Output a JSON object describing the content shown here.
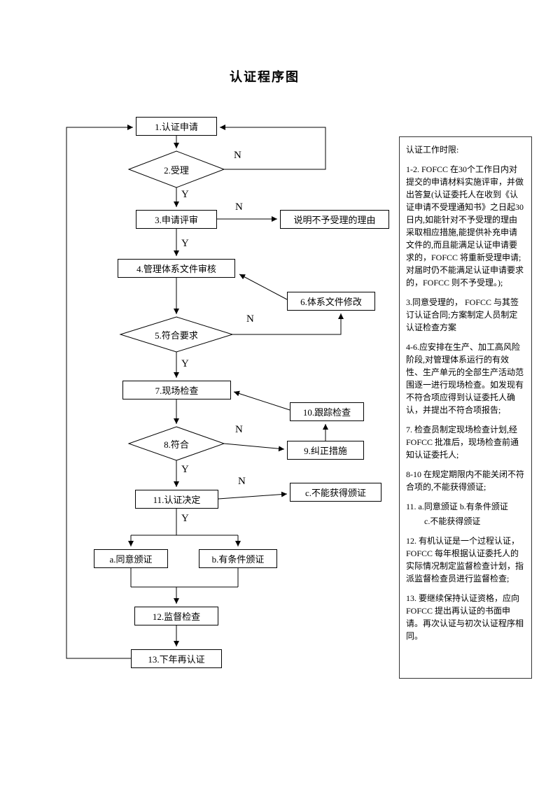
{
  "page": {
    "title": "认证程序图"
  },
  "flow": {
    "nodes": {
      "apply": "1.认证申请",
      "accept": "2.受理",
      "review": "3.申请评审",
      "reject_reason": "说明不予受理的理由",
      "system_audit": "4.管理体系文件审核",
      "meet_requirements": "5.符合要求",
      "doc_revision": "6.体系文件修改",
      "site_inspection": "7.现场检查",
      "conform": "8.符合",
      "corrective_action": "9.纠正措施",
      "follow_up": "10.跟踪检查",
      "decision": "11.认证决定",
      "agree_cert": "a.同意颁证",
      "conditional_cert": "b.有条件颁证",
      "no_cert": "c.不能获得颁证",
      "supervision": "12.监督检查",
      "recertification": "13.下年再认证"
    },
    "edge_labels": {
      "yes": "Y",
      "no": "N"
    }
  },
  "notes": {
    "paragraphs": [
      "认证工作时限:",
      "1-2. FOFCC 在30个工作日内对提交的申请材料实施评审，并做出答复(认证委托人在收到《认证申请不受理通知书》之日起30日内,如能针对不予受理的理由采取相应措施,能提供补充申请文件的,而且能满足认证申请要求的，FOFCC 将重新受理申请;对届时仍不能满足认证申请要求的，FOFCC 则不予受理。);",
      "3.同意受理的， FOFCC 与其签订认证合同;方案制定人员制定认证检查方案",
      "4-6.应安排在生产、加工高风险阶段,对管理体系运行的有效性、生产单元的全部生产活动范围逐一进行现场检查。如发现有不符合项应得到认证委托人确认，并提出不符合项报告;",
      "7. 检查员制定现场检查计划,经FOFCC 批准后，现场检查前通知认证委托人;",
      "8-10 在规定期限内不能关闭不符合项的,不能获得颁证;",
      "11. a.同意颁证 b.有条件颁证",
      "c.不能获得颁证",
      "12. 有机认证是一个过程认证，FOFCC 每年根据认证委托人的实际情况制定监督检查计划，指派监督检查员进行监督检查;",
      "13. 要继续保持认证资格，应向FOFCC 提出再认证的书面申请。再次认证与初次认证程序相同。"
    ]
  }
}
